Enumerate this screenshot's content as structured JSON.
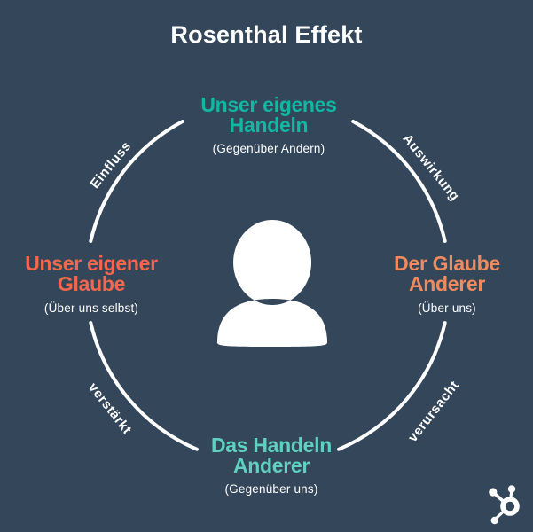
{
  "title": "Rosenthal Effekt",
  "colors": {
    "background": "#33465a",
    "text_white": "#ffffff",
    "teal_strong": "#12b7a2",
    "teal_light": "#5fd0c1",
    "orange_strong": "#f4674d",
    "orange_light": "#f08a5f"
  },
  "nodes": {
    "top": {
      "line1": "Unser eigenes",
      "line2": "Handeln",
      "subtitle": "(Gegenüber Andern)"
    },
    "right": {
      "line1": "Der Glaube",
      "line2": "Anderer",
      "subtitle": "(Über uns)"
    },
    "bottom": {
      "line1": "Das Handeln",
      "line2": "Anderer",
      "subtitle": "(Gegenüber uns)"
    },
    "left": {
      "line1": "Unser eigener",
      "line2": "Glaube",
      "subtitle": "(Über uns selbst)"
    }
  },
  "arc_labels": {
    "top_left": "Einfluss",
    "top_right": "Auswirkung",
    "bottom_left": "verstärkt",
    "bottom_right": "verursacht"
  },
  "icons": {
    "center": "person-icon",
    "brand": "hubspot-sprocket-icon"
  }
}
